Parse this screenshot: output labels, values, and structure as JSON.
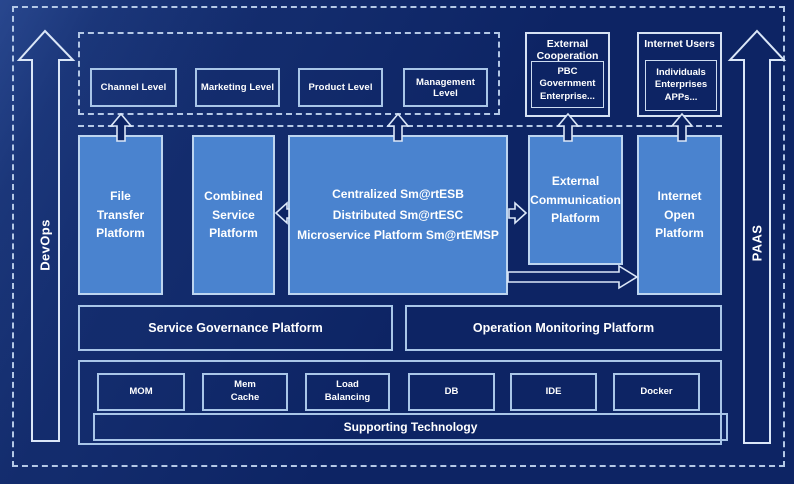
{
  "side_rails": {
    "devops_label": "DevOps",
    "paas_label": "PAAS"
  },
  "levels_row": {
    "items": [
      {
        "label": "Channel Level"
      },
      {
        "label": "Marketing Level"
      },
      {
        "label": "Product Level"
      },
      {
        "label": "Management Level"
      }
    ]
  },
  "external_cooperation": {
    "title": "External\nCooperation",
    "members_label": "PBC Government\nEnterprise..."
  },
  "internet_users": {
    "title": "Internet Users",
    "members_label": "Individuals\nEnterprises\nAPPs..."
  },
  "platform_row": {
    "file_transfer": "File\nTransfer\nPlatform",
    "combined_service": "Combined\nService\nPlatform",
    "central_core": "Centralized Sm@rtESB\nDistributed Sm@rtESC\nMicroservice Platform Sm@rtEMSP",
    "external_communication": "External\nCommunication\nPlatform",
    "internet_open": "Internet\nOpen\nPlatform"
  },
  "management_row": {
    "service_governance": "Service Governance Platform",
    "operation_monitoring": "Operation Monitoring Platform"
  },
  "supporting_layer": {
    "technologies": [
      {
        "label": "MOM"
      },
      {
        "label": "Mem\nCache"
      },
      {
        "label": "Load\nBalancing"
      },
      {
        "label": "DB"
      },
      {
        "label": "IDE"
      },
      {
        "label": "Docker"
      }
    ],
    "bar_label": "Supporting Technology"
  },
  "colors": {
    "background": "#0d2464",
    "panel_blue": "#4a83cf",
    "border_light": "#b4c8e6",
    "text": "#ffffff"
  }
}
